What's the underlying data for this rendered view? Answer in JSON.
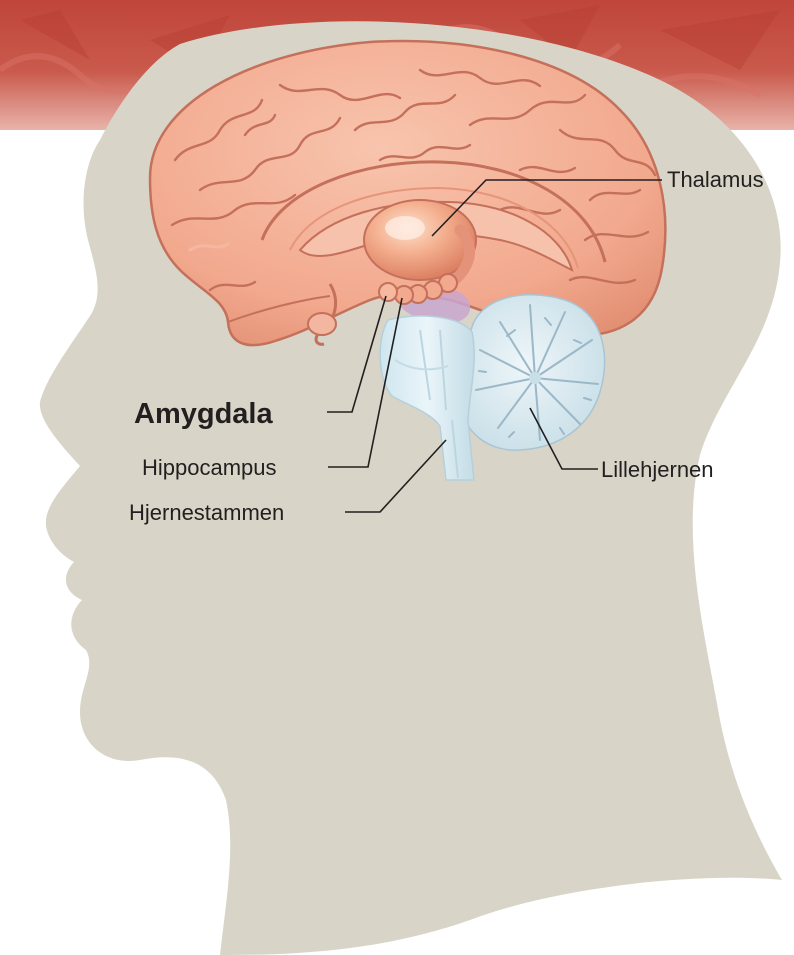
{
  "diagram": {
    "labels": {
      "thalamus": "Thalamus",
      "amygdala": "Amygdala",
      "hippocampus": "Hippocampus",
      "brainstem": "Hjernestammen",
      "cerebellum": "Lillehjernen"
    },
    "colors": {
      "banner": "#c0453a",
      "head_silhouette": "#d8d5c8",
      "cerebrum": "#f2a98e",
      "cerebrum_outline": "#c4705a",
      "thalamus": "#f0a07e",
      "brainstem": "#d6ebf3",
      "cerebellum": "#dcecf2",
      "hypothalamus": "#c9a6cf",
      "label_text": "#231f20"
    }
  }
}
